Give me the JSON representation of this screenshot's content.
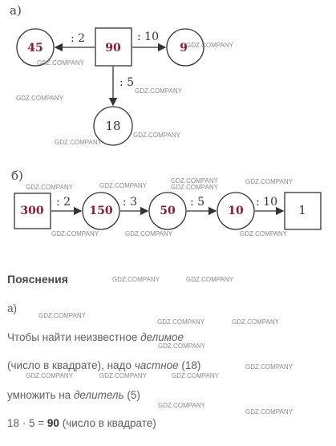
{
  "part_a": {
    "marker": "а)",
    "center_value": "90",
    "left_value": "45",
    "right_value": "9",
    "bottom_value": "18",
    "op_left": ": 2",
    "op_right": ": 10",
    "op_down": ": 5"
  },
  "part_b": {
    "marker": "б)",
    "values": [
      "300",
      "150",
      "50",
      "10",
      "1"
    ],
    "ops": [
      ": 2",
      ": 3",
      ": 5",
      ": 10"
    ]
  },
  "explanation": {
    "heading": "Пояснения",
    "marker": "а)",
    "line1_prefix": "Чтобы найти неизвестное ",
    "line1_em": "делимое",
    "line2_prefix": "(число в квадрате), надо ",
    "line2_em": "частное",
    "line2_suffix": " (18)",
    "line3_prefix": "умножить на ",
    "line3_em": "делитель",
    "line3_suffix": " (5)",
    "line4_prefix": "18 · 5 = ",
    "line4_bold": "90",
    "line4_suffix": " (число в квадрате)"
  },
  "watermark": "GDZ.COMPANY",
  "colors": {
    "accent_red": "#8b1c2f",
    "ink": "#333333"
  }
}
